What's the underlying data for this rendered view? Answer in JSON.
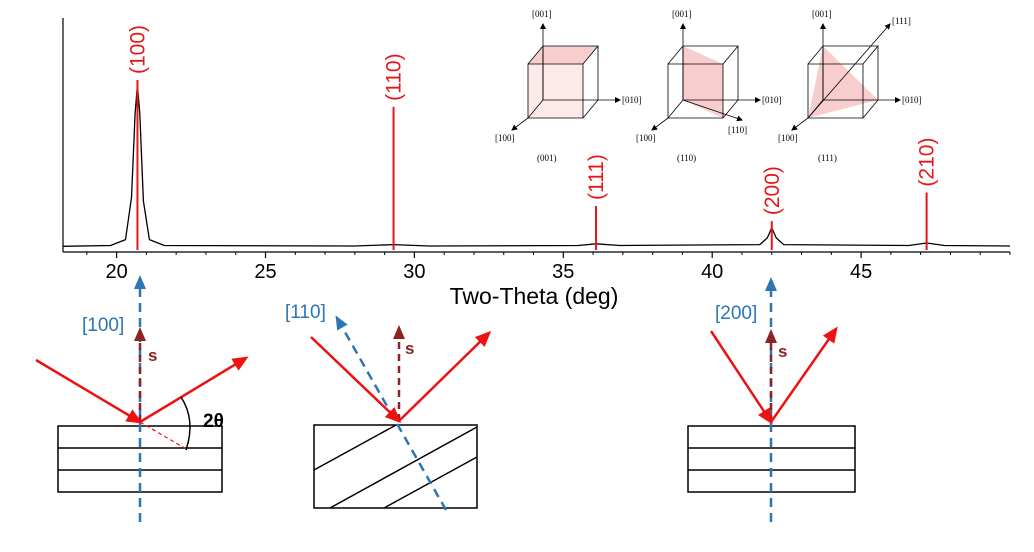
{
  "chart_data": {
    "type": "line",
    "xlabel": "Two-Theta (deg)",
    "ylabel": "",
    "xlim": [
      18.2,
      50.0
    ],
    "x_ticks": [
      20,
      25,
      30,
      35,
      40,
      45
    ],
    "peaks": [
      {
        "label": "(100)",
        "x": 20.7,
        "height": 1.0
      },
      {
        "label": "(110)",
        "x": 29.3,
        "height": 0.84
      },
      {
        "label": "(111)",
        "x": 36.1,
        "height": 0.25
      },
      {
        "label": "(200)",
        "x": 42.0,
        "height": 0.16
      },
      {
        "label": "(210)",
        "x": 47.2,
        "height": 0.33
      }
    ],
    "pattern": [
      [
        18.2,
        0.01
      ],
      [
        19.8,
        0.015
      ],
      [
        20.3,
        0.05
      ],
      [
        20.5,
        0.3
      ],
      [
        20.62,
        0.8
      ],
      [
        20.7,
        0.97
      ],
      [
        20.78,
        0.8
      ],
      [
        20.9,
        0.28
      ],
      [
        21.1,
        0.05
      ],
      [
        21.6,
        0.015
      ],
      [
        28.0,
        0.012
      ],
      [
        29.3,
        0.02
      ],
      [
        30.5,
        0.012
      ],
      [
        35.5,
        0.015
      ],
      [
        36.1,
        0.025
      ],
      [
        36.9,
        0.015
      ],
      [
        41.6,
        0.02
      ],
      [
        41.85,
        0.06
      ],
      [
        42.0,
        0.12
      ],
      [
        42.15,
        0.06
      ],
      [
        42.4,
        0.02
      ],
      [
        46.6,
        0.015
      ],
      [
        47.2,
        0.03
      ],
      [
        47.8,
        0.015
      ],
      [
        50.0,
        0.012
      ]
    ]
  },
  "cube_inset": {
    "axis_labels": {
      "z": "[001]",
      "y": "[010]",
      "x": "[100]",
      "d110": "[110]",
      "d111": "[111]"
    },
    "planes": [
      "(001)",
      "(110)",
      "(111)"
    ]
  },
  "diagrams": [
    {
      "direction": "[100]",
      "s_label": "s",
      "angle_label": "2θ"
    },
    {
      "direction": "[110]",
      "s_label": "s"
    },
    {
      "direction": "[200]",
      "s_label": "s"
    }
  ],
  "colors": {
    "peak_red": "#e8161a",
    "beam_red": "#ee1111",
    "dash_blue": "#2e75b6",
    "s_vector": "#8b2323",
    "pattern": "#000000",
    "plane_fill": "#f6c8c8"
  }
}
